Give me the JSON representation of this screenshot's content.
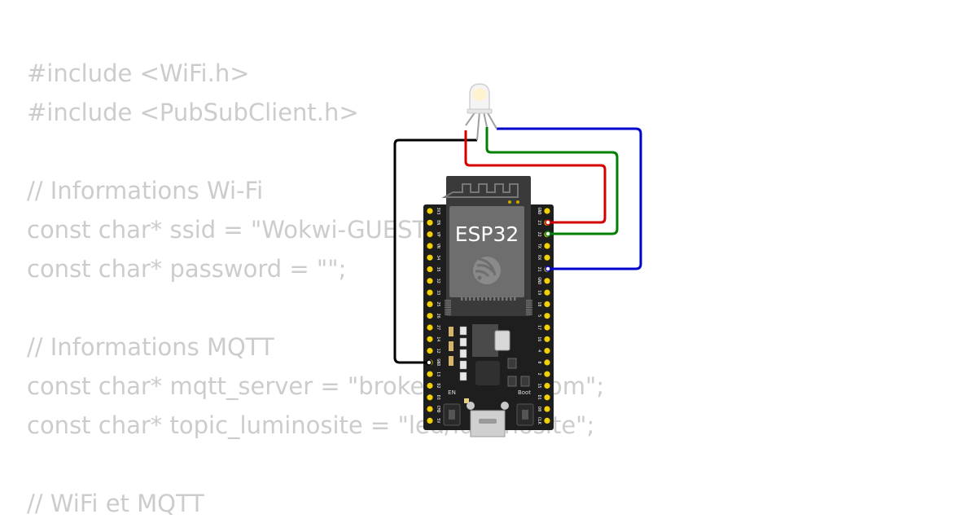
{
  "code_lines": [
    "#include <WiFi.h>",
    "#include <PubSubClient.h>",
    "",
    "// Informations Wi-Fi",
    "const char* ssid = \"Wokwi-GUEST\";",
    "const char* password = \"\";",
    "",
    "// Informations MQTT",
    "const char* mqtt_server = \"broker.hivemq.com\";",
    "const char* topic_luminosite = \"led/luminosite\";",
    "",
    "// WiFi et MQTT"
  ],
  "board": {
    "chip_label": "ESP32",
    "en_label": "EN",
    "boot_label": "Boot",
    "left_pins": [
      "3V3",
      "EN",
      "VP",
      "VN",
      "34",
      "35",
      "32",
      "33",
      "25",
      "26",
      "27",
      "14",
      "12",
      "GND",
      "13",
      "D2",
      "D3",
      "CMD",
      "5V"
    ],
    "right_pins": [
      "GND",
      "23",
      "22",
      "TX",
      "RX",
      "21",
      "GND",
      "19",
      "18",
      "5",
      "17",
      "16",
      "4",
      "0",
      "2",
      "15",
      "D1",
      "D0",
      "CLK"
    ]
  },
  "wires": {
    "black": "#000000",
    "red": "#d40000",
    "green": "#008000",
    "blue": "#0000cc"
  },
  "colors": {
    "code_text": "#cccccc",
    "board": "#1e1e1e",
    "module": "#404040",
    "pin": "#f5d000"
  }
}
